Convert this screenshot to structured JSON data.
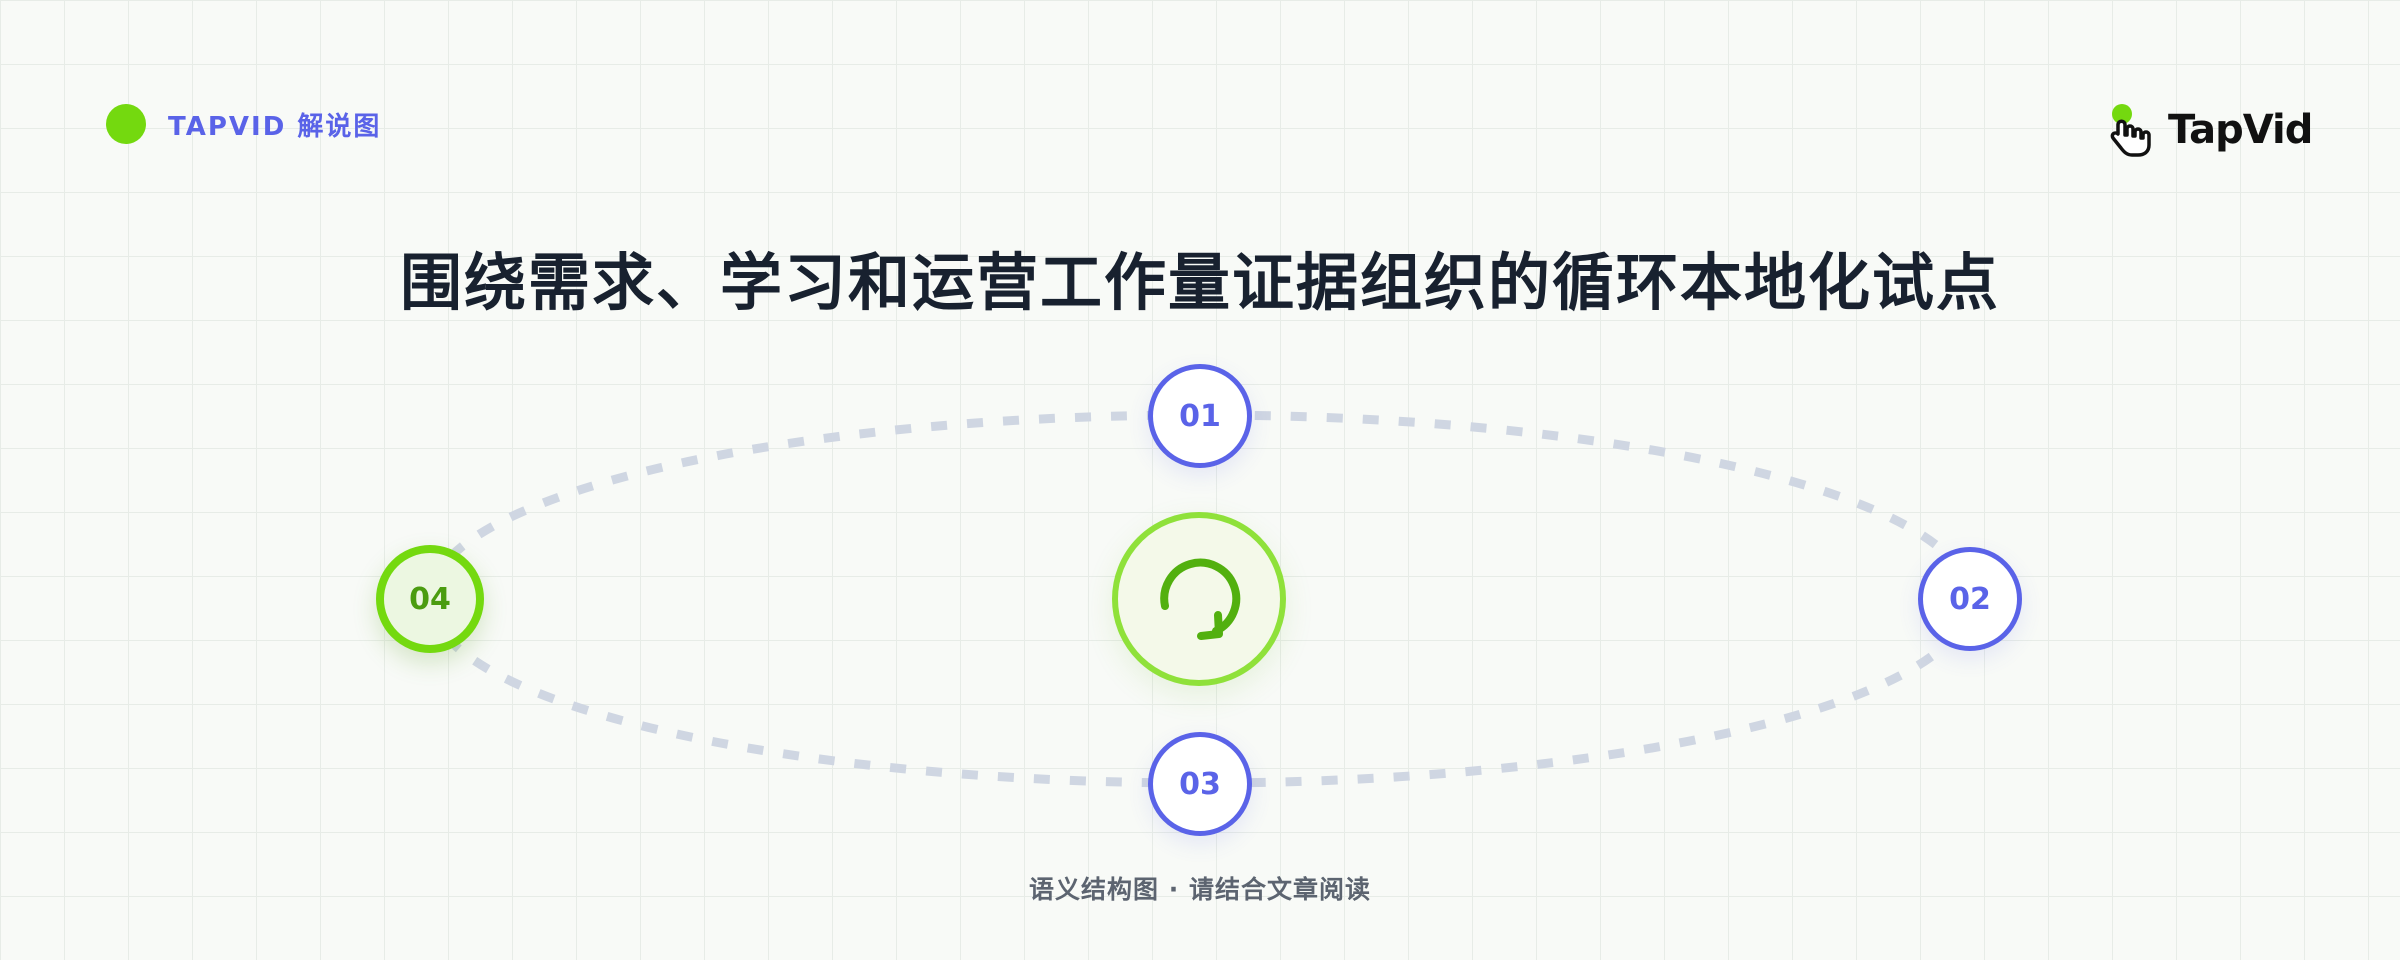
{
  "brand": {
    "label": "TAPVID 解说图",
    "dot_color": "#74d90f",
    "text_color": "#5a63e8"
  },
  "logo": {
    "text": "TapVid",
    "icon": "hand-pointer-icon"
  },
  "title": "围绕需求、学习和运营工作量证据组织的循环本地化试点",
  "diagram": {
    "type": "cycle",
    "center_icon": "refresh-cycle-icon",
    "nodes": [
      {
        "label": "01",
        "state": "default",
        "color": "#5a63e8"
      },
      {
        "label": "02",
        "state": "default",
        "color": "#5a63e8"
      },
      {
        "label": "03",
        "state": "default",
        "color": "#5a63e8"
      },
      {
        "label": "04",
        "state": "active",
        "color": "#74d90f"
      }
    ],
    "path_color": "#cfd6e2"
  },
  "footer": "语义结构图 · 请结合文章阅读"
}
